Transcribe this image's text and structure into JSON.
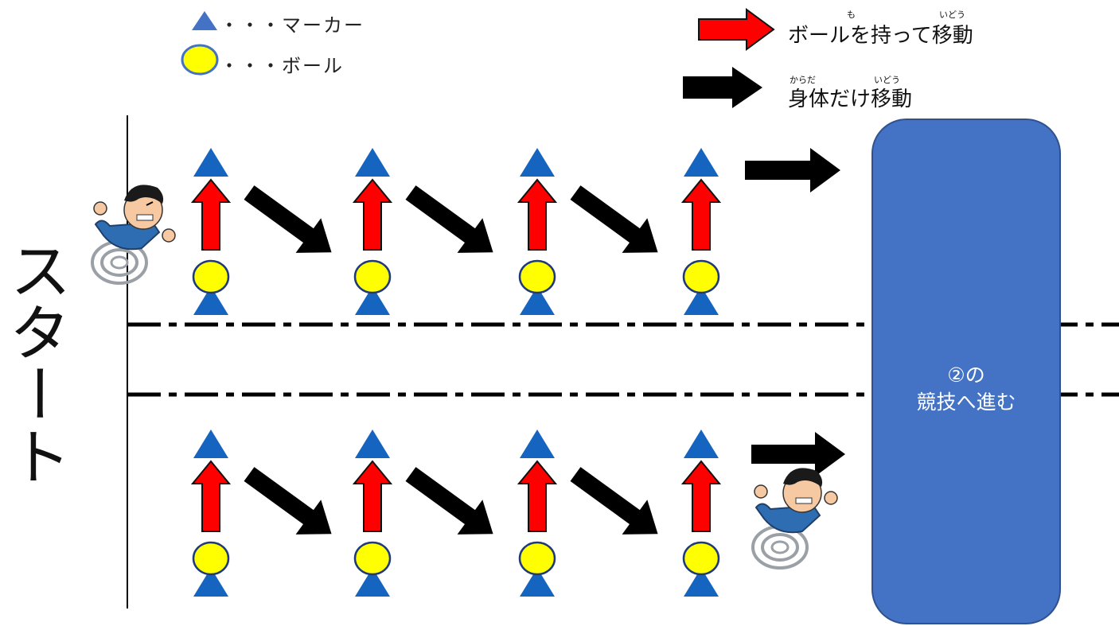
{
  "legend": {
    "marker_text": "・・・マーカー",
    "ball_text": "・・・ボール",
    "red_arrow_text": "ボールを持って移動",
    "red_arrow_ruby_1": "も",
    "red_arrow_ruby_2": "いどう",
    "black_arrow_text": "身体だけ移動",
    "black_arrow_ruby_1": "からだ",
    "black_arrow_ruby_2": "いどう"
  },
  "start_label": "スタート",
  "goal": {
    "line1": "②の",
    "line2": "競技へ進む"
  },
  "colors": {
    "marker": "#1565c0",
    "marker_legend": "#4472c4",
    "ball": "#ffff00",
    "ball_border": "#1f3a7a",
    "red_arrow": "#ff0000",
    "black_arrow": "#000000",
    "goal": "#4472c4"
  },
  "icons": [
    "runner-icon",
    "marker-icon",
    "ball-icon",
    "red-arrow-icon",
    "black-arrow-icon"
  ]
}
